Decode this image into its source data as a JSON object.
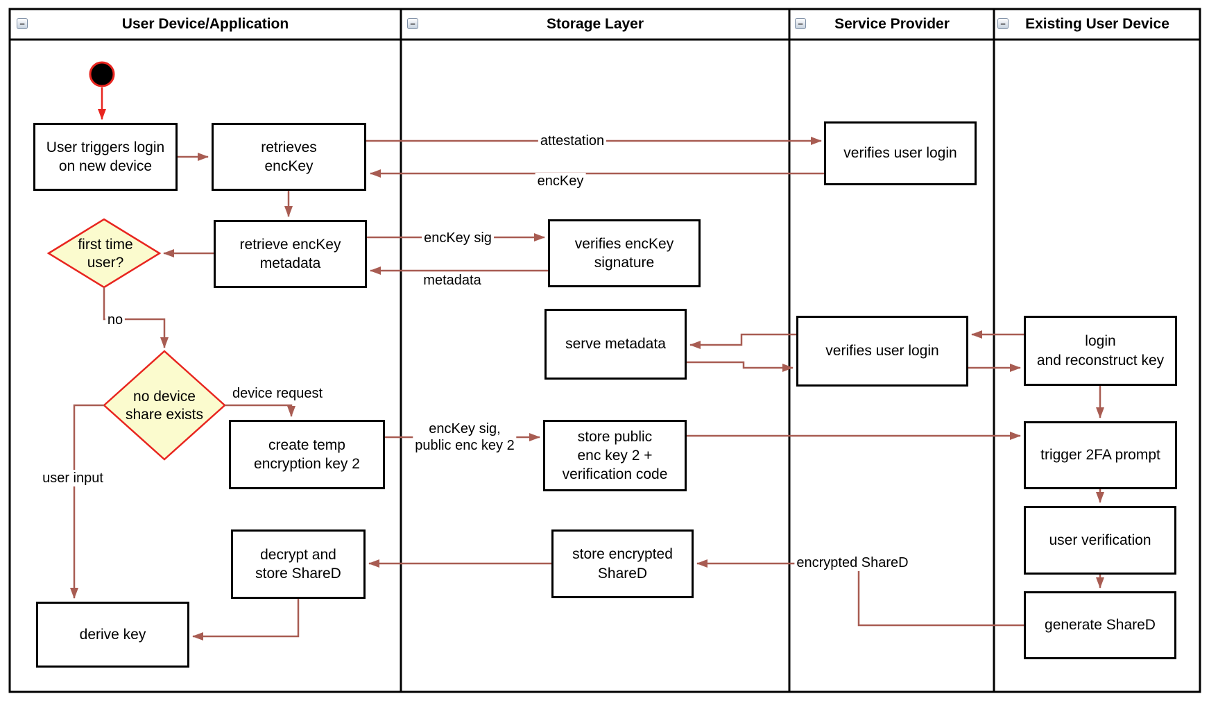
{
  "diagram": {
    "colors": {
      "accent_red": "#e8251f",
      "connector_red": "#a85c52",
      "decision_fill": "#fbfbce",
      "node_border": "#000000",
      "node_fill": "#ffffff"
    },
    "collapse_glyph": "−",
    "lanes": [
      {
        "title": "User Device/Application"
      },
      {
        "title": "Storage Layer"
      },
      {
        "title": "Service Provider"
      },
      {
        "title": "Existing User Device"
      }
    ],
    "nodes": {
      "user_triggers_login": "User triggers login\non new device",
      "retrieves_enckey": "retrieves\nencKey",
      "verifies_user_login_top": "verifies user login",
      "retrieve_enckey_metadata": "retrieve encKey\nmetadata",
      "verifies_enckey_signature": "verifies encKey\nsignature",
      "first_time_user": "first time\nuser?",
      "serve_metadata": "serve metadata",
      "verifies_user_login_mid": "verifies user login",
      "login_and_reconstruct_key": "login\nand reconstruct key",
      "no_device_share_exists": "no device\nshare exists",
      "create_temp_encryption_key2": "create temp\nencryption key 2",
      "store_public_enc_key2": "store public\nenc key 2 +\nverification code",
      "trigger_2fa_prompt": "trigger 2FA prompt",
      "user_verification": "user verification",
      "generate_shared": "generate ShareD",
      "decrypt_and_store_shared": "decrypt and\nstore ShareD",
      "store_encrypted_shared": "store encrypted\nShareD",
      "derive_key": "derive key"
    },
    "edge_labels": {
      "attestation": "attestation",
      "enckey": "encKey",
      "enckey_sig": "encKey sig",
      "metadata": "metadata",
      "no": "no",
      "device_request": "device request",
      "user_input": "user input",
      "enckey_sig_public_key2": "encKey sig,\npublic enc key 2",
      "encrypted_shared": "encrypted ShareD"
    }
  }
}
